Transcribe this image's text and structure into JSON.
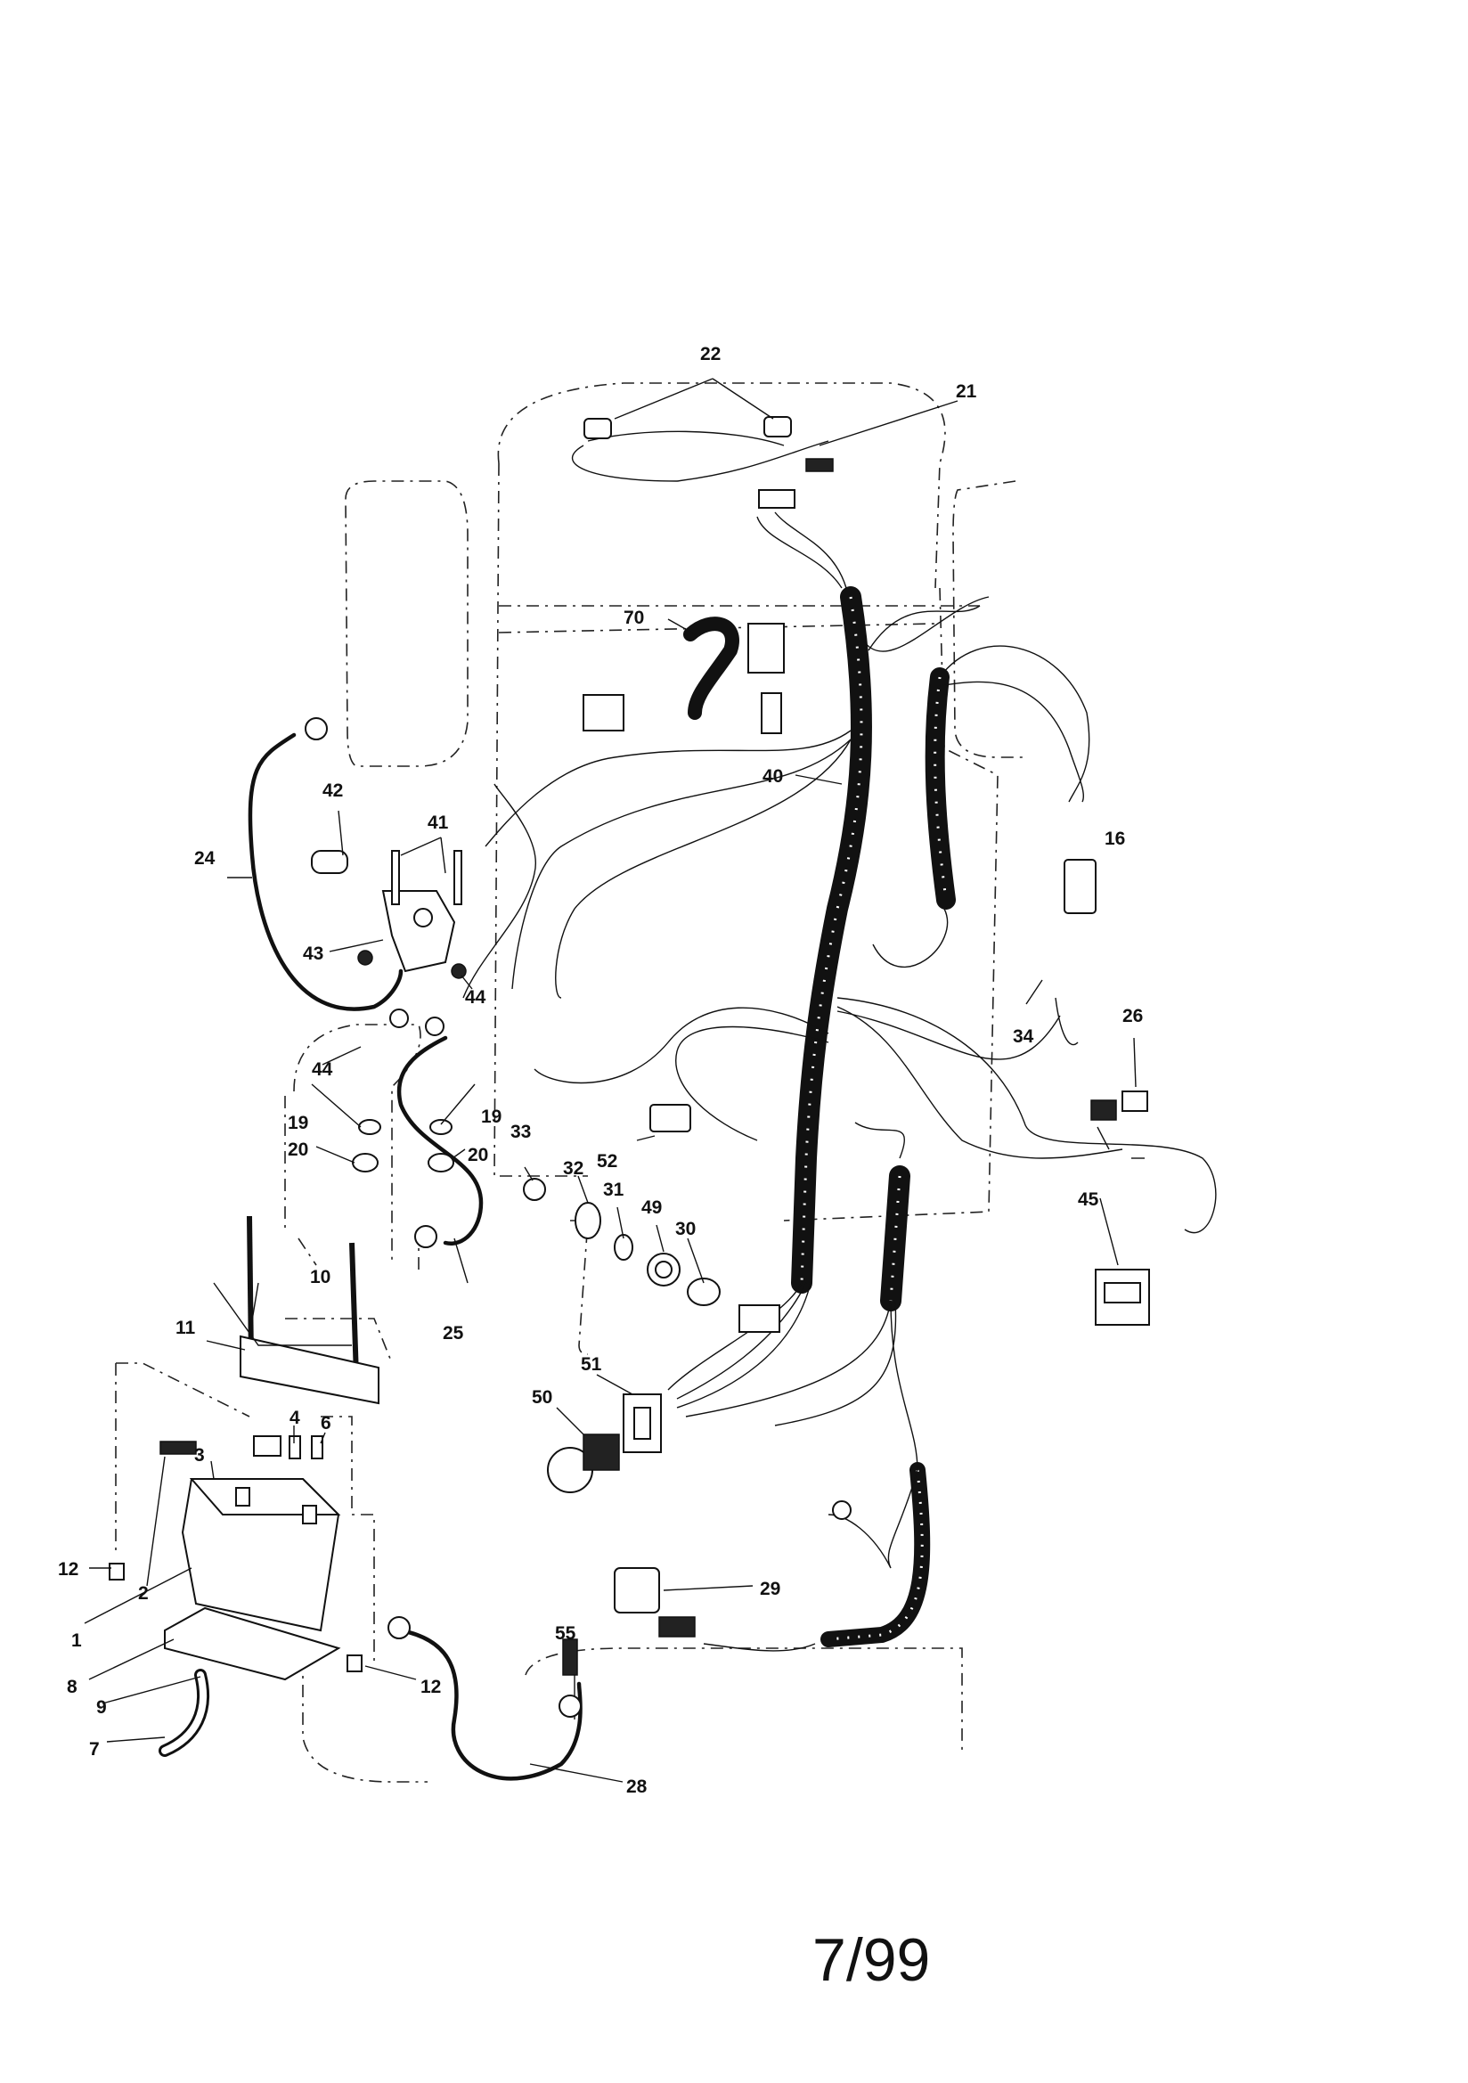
{
  "callouts": [
    "1",
    "2",
    "3",
    "4",
    "6",
    "7",
    "8",
    "9",
    "10",
    "11",
    "12",
    "12",
    "16",
    "19",
    "19",
    "20",
    "20",
    "21",
    "22",
    "24",
    "25",
    "26",
    "28",
    "29",
    "30",
    "31",
    "32",
    "33",
    "34",
    "40",
    "41",
    "42",
    "43",
    "44",
    "44",
    "45",
    "49",
    "50",
    "51",
    "52",
    "55",
    "70"
  ],
  "footer": {
    "page_id": "7/99"
  }
}
